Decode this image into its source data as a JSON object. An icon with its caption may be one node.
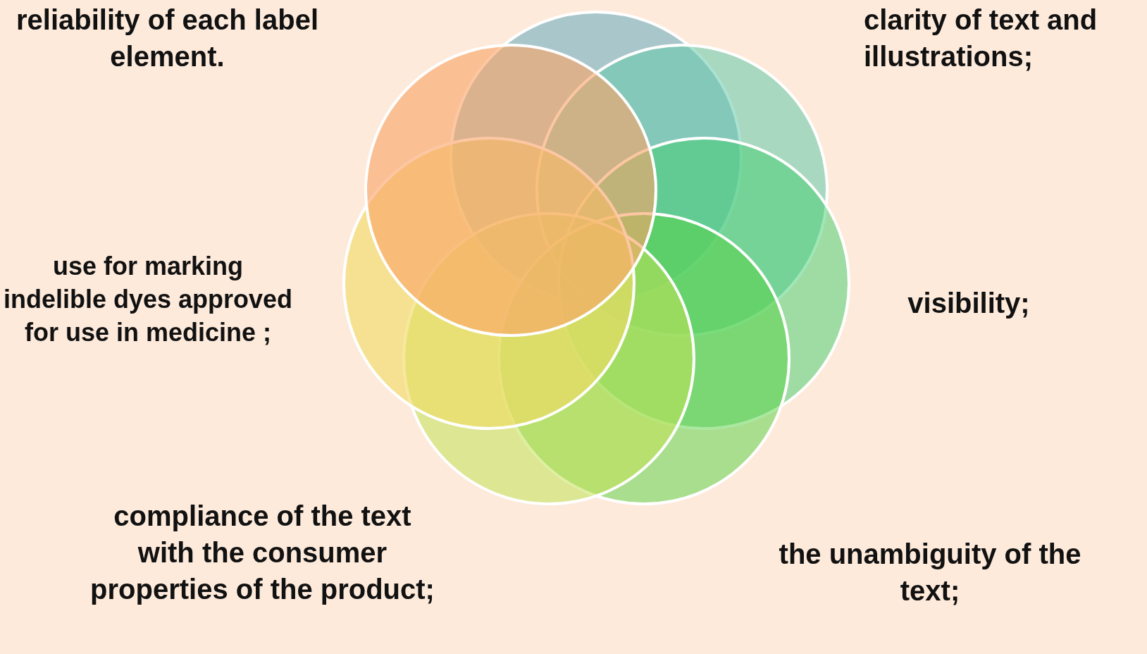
{
  "diagram": {
    "nodes": [
      {
        "text": [],
        "shape": "circle"
      },
      {
        "text": [],
        "shape": "circle"
      },
      {
        "text": [],
        "shape": "circle"
      },
      {
        "text": [],
        "shape": "circle"
      },
      {
        "text": [],
        "shape": "circle"
      },
      {
        "text": [],
        "shape": "circle"
      },
      {
        "text": [],
        "shape": "circle"
      }
    ],
    "labels": [
      "reliability of each label element.",
      "clarity of text and illustrations;",
      "use for marking indelible dyes approved for use in medicine ;",
      "visibility;",
      "compliance of the text with the consumer properties of the product;",
      "the unambiguity of the text;"
    ]
  }
}
